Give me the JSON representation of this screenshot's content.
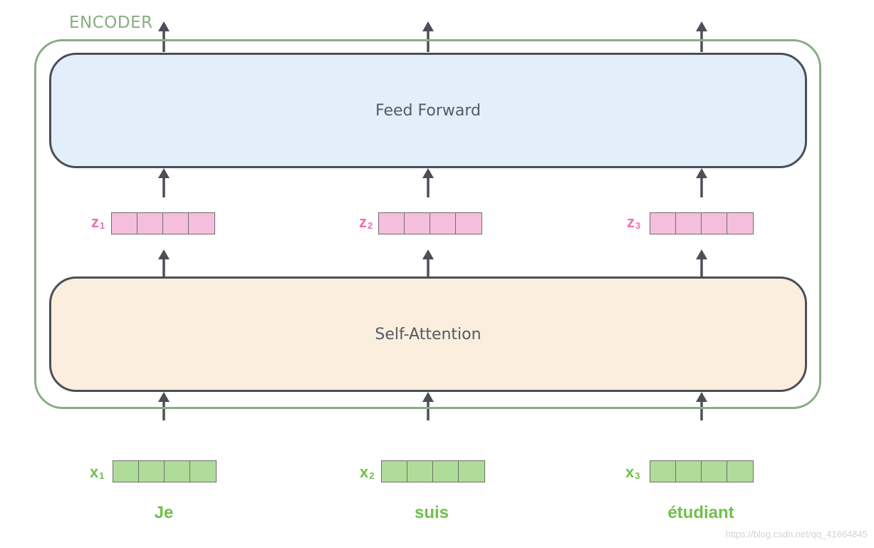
{
  "encoder": {
    "label": "ENCODER"
  },
  "layers": {
    "feed_forward": "Feed Forward",
    "self_attention": "Self-Attention"
  },
  "z_vectors": [
    {
      "label": "z",
      "sub": "1"
    },
    {
      "label": "z",
      "sub": "2"
    },
    {
      "label": "z",
      "sub": "3"
    }
  ],
  "x_vectors": [
    {
      "label": "x",
      "sub": "1"
    },
    {
      "label": "x",
      "sub": "2"
    },
    {
      "label": "x",
      "sub": "3"
    }
  ],
  "words": [
    "Je",
    "suis",
    "étudiant"
  ],
  "watermark": "https://blog.csdn.net/qq_41664845",
  "colors": {
    "encoder_border": "#88ad82",
    "feed_forward_fill": "#e3eefb",
    "self_attention_fill": "#fbeede",
    "z_cell": "#f5bedd",
    "x_cell": "#b0dc99",
    "z_label": "#ec6fb1",
    "x_label": "#70c14b",
    "arrow": "#4b4f57"
  }
}
